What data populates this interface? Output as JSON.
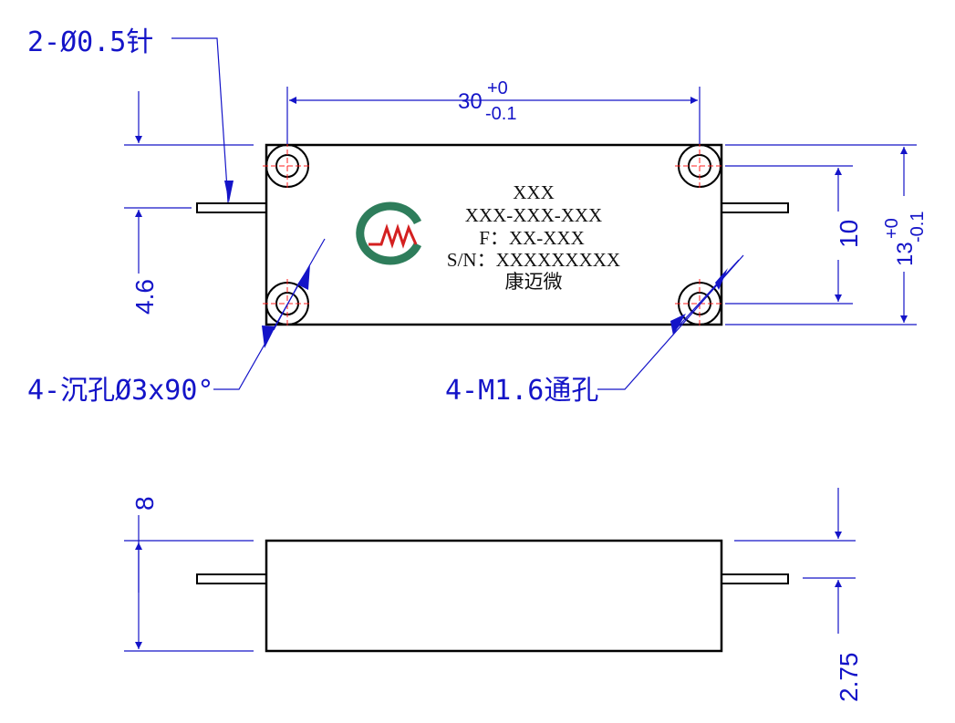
{
  "callouts": {
    "pins": "2-Ø0.5针",
    "countersink": "4-沉孔Ø3x90°",
    "through_holes": "4-M1.6通孔"
  },
  "dimensions": {
    "length_main": "30",
    "length_tol_upper": "+0",
    "length_tol_lower": "-0.1",
    "width_main": "13",
    "width_tol_upper": "+0",
    "width_tol_lower": "-0.1",
    "hole_spacing": "10",
    "pin_height": "4.6",
    "body_height": "8",
    "side_pin_offset": "2.75"
  },
  "label": {
    "line1": "XXX",
    "line2": "XXX-XXX-XXX",
    "line3": "F：XX-XXX",
    "line4": "S/N：XXXXXXXXX",
    "line5": "康迈微"
  },
  "colors": {
    "dimension": "#1414c8",
    "outline": "#000000",
    "centerline": "#ff2020",
    "logo_green": "#2e7d5b",
    "logo_red": "#d42020"
  },
  "icons": {
    "logo": "cmw-logo-icon"
  }
}
